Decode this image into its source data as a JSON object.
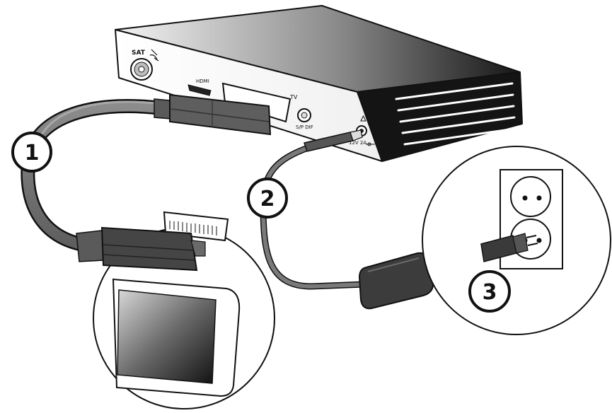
{
  "device_labels": {
    "sat": "SAT",
    "hdmi": "HDMI",
    "tv": "TV",
    "spdif": "S/P DIF",
    "power": "12V 2A"
  },
  "steps": [
    {
      "number": "1"
    },
    {
      "number": "2"
    },
    {
      "number": "3"
    }
  ],
  "colors": {
    "cable": "#7a7a7a",
    "connector": "#3a3a3a",
    "outline": "#111111",
    "box_dark": "#1a1a1a"
  }
}
